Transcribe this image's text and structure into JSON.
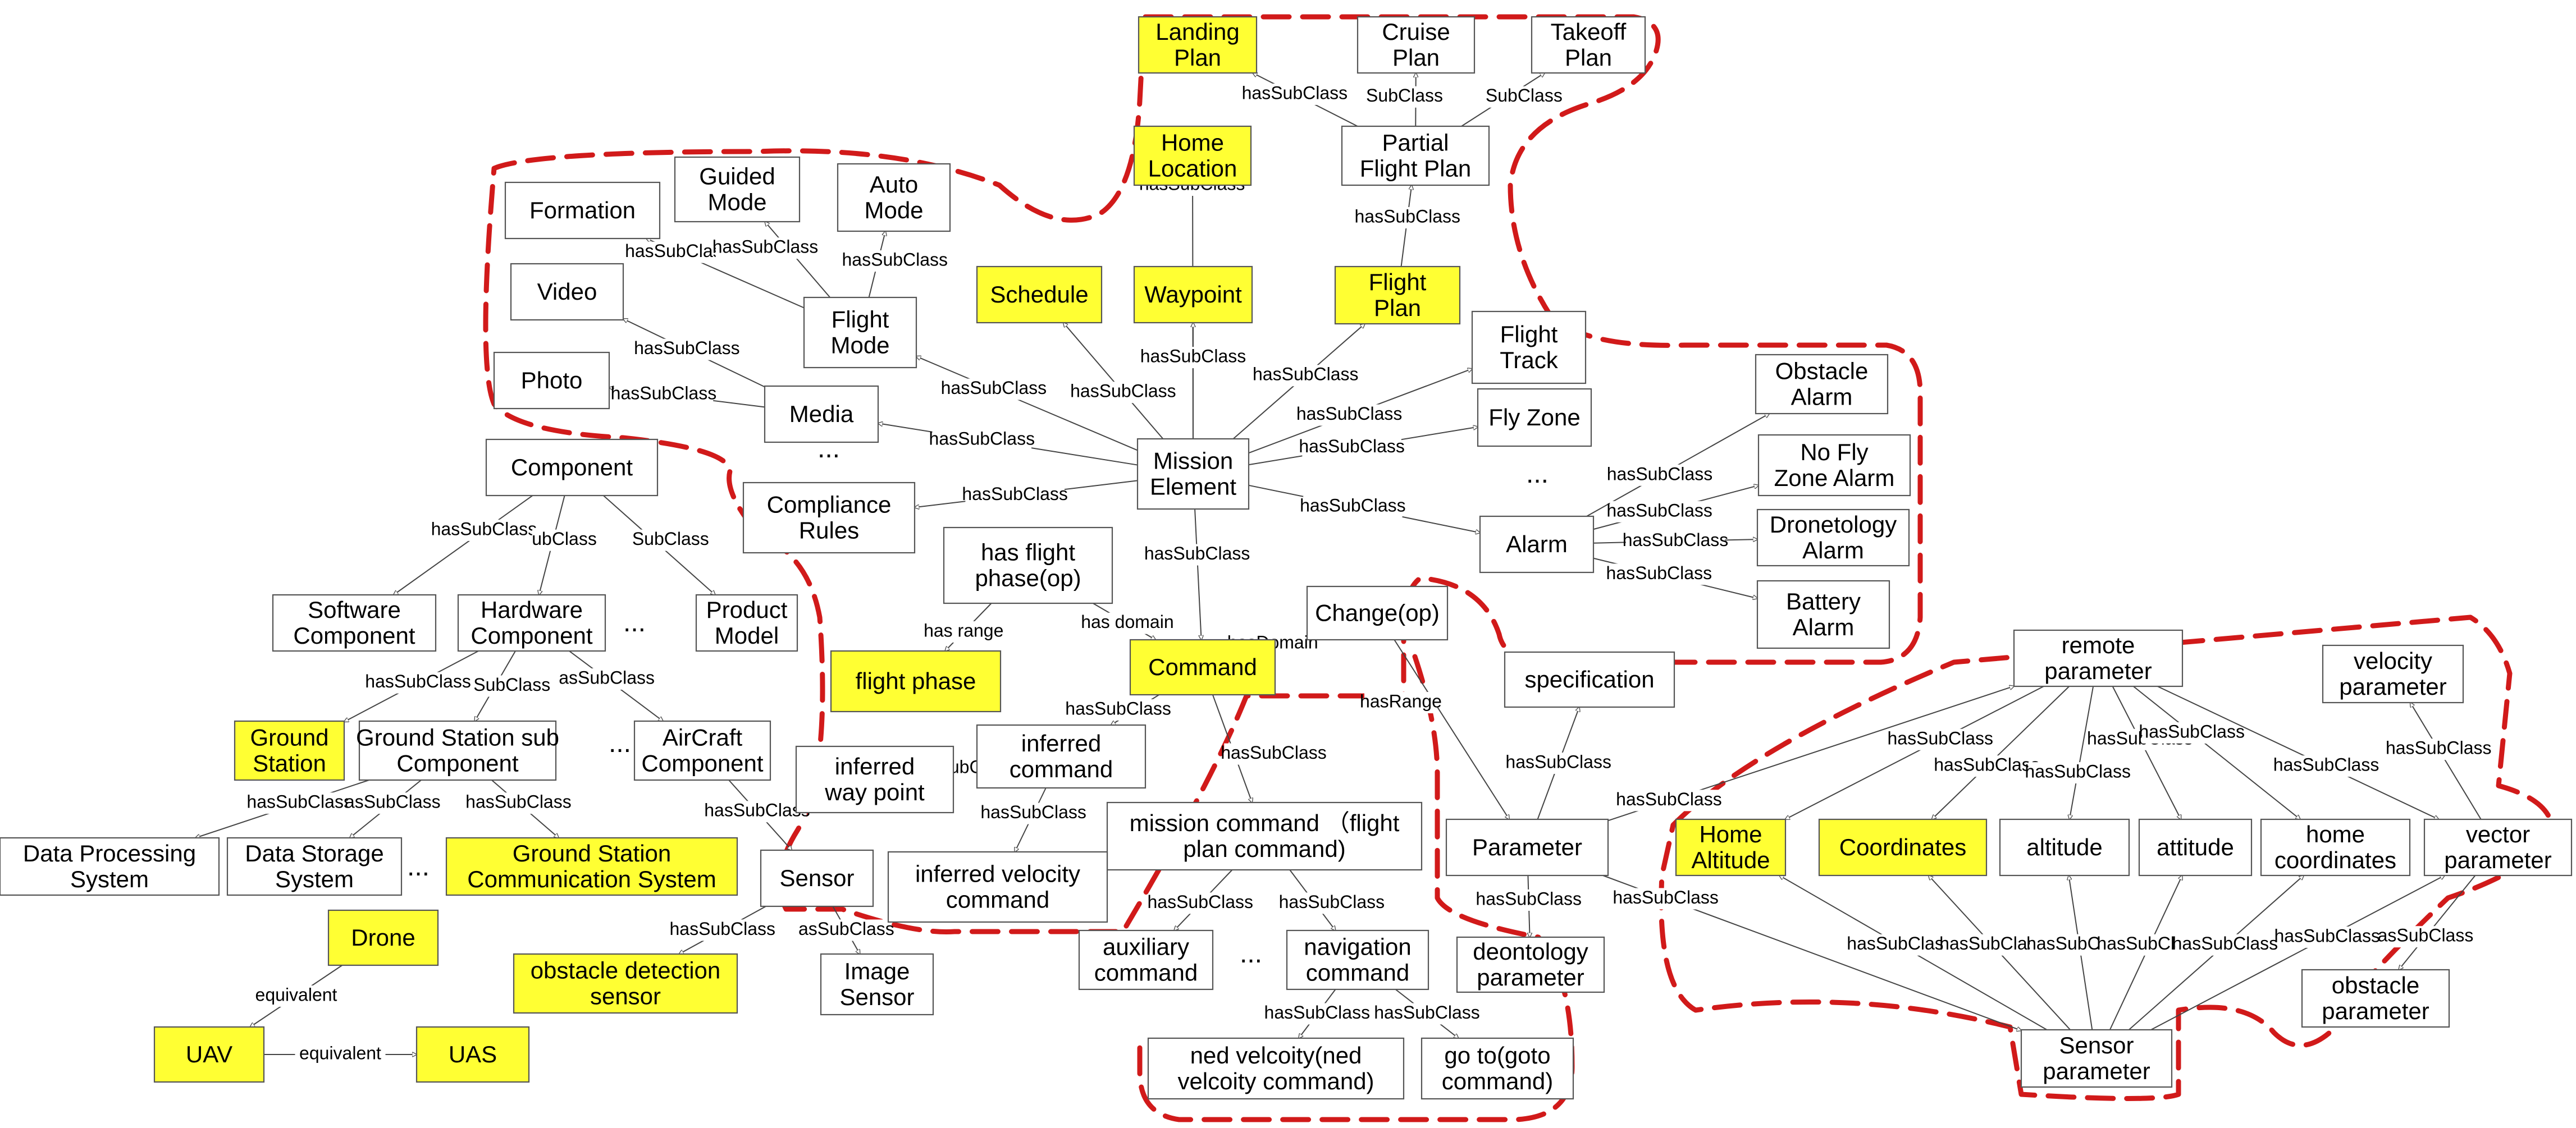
{
  "colors": {
    "highlight": "#ffff33",
    "plain": "#ffffff",
    "border": "#555555",
    "cluster": "#d11a1a"
  },
  "nodes": {
    "landing_plan": "Landing\nPlan",
    "cruise_plan": "Cruise\nPlan",
    "takeoff_plan": "Takeoff\nPlan",
    "home_location": "Home\nLocation",
    "partial_flight_plan": "Partial\nFlight Plan",
    "formation": "Formation",
    "guided_mode": "Guided\nMode",
    "auto_mode": "Auto\nMode",
    "video": "Video",
    "flight_mode": "Flight\nMode",
    "schedule": "Schedule",
    "waypoint": "Waypoint",
    "flight_plan": "Flight\nPlan",
    "flight_track": "Flight\nTrack",
    "photo": "Photo",
    "media": "Media",
    "fly_zone": "Fly Zone",
    "obstacle_alarm": "Obstacle\nAlarm",
    "mission_element": "Mission\nElement",
    "no_fly_zone_alarm": "No Fly\nZone Alarm",
    "component": "Component",
    "compliance_rules": "Compliance\nRules",
    "alarm": "Alarm",
    "dronetology_alarm": "Dronetology\nAlarm",
    "has_flight_phase": "has flight\nphase(op)",
    "battery_alarm": "Battery\nAlarm",
    "software_component": "Software\nComponent",
    "hardware_component": "Hardware\nComponent",
    "product_model": "Product\nModel",
    "change_op": "Change(op)",
    "remote_parameter": "remote\nparameter",
    "velocity_parameter": "velocity\nparameter",
    "flight_phase": "flight phase",
    "command": "Command",
    "specification": "specification",
    "ground_station": "Ground\nStation",
    "ground_station_sub": "Ground Station sub\nComponent",
    "aircraft_component": "AirCraft\nComponent",
    "inferred_command": "inferred\ncommand",
    "inferred_way_point": "inferred\nway point",
    "data_processing": "Data Processing\nSystem",
    "data_storage": "Data Storage\nSystem",
    "gs_comm": "Ground Station\nCommunication System",
    "mission_command": "mission command （flight\nplan command)",
    "parameter": "Parameter",
    "home_altitude": "Home\nAltitude",
    "coordinates": "Coordinates",
    "altitude": "altitude",
    "attitude": "attitude",
    "home_coordinates": "home\ncoordinates",
    "vector_parameter": "vector\nparameter",
    "sensor": "Sensor",
    "inferred_velocity": "inferred velocity\ncommand",
    "drone": "Drone",
    "auxiliary_command": "auxiliary\ncommand",
    "navigation_command": "navigation\ncommand",
    "deontology_parameter": "deontology\nparameter",
    "obstacle_detection": "obstacle detection\nsensor",
    "image_sensor": "Image\nSensor",
    "obstacle_parameter": "obstacle\nparameter",
    "sensor_parameter": "Sensor\nparameter",
    "uav": "UAV",
    "uas": "UAS",
    "ned_velocity": "ned velcoity(ned\nvelcoity command)",
    "go_to": "go to(goto\ncommand)"
  },
  "edge_labels": {
    "hasSubClass": "hasSubClass",
    "asSubClass": "asSubClass",
    "SubClass": "SubClass",
    "ubClass": "ubClass",
    "subClass_cap": "SubClass",
    "has_range": "has range",
    "has_domain": "has domain",
    "hasDomain": "hasDomain",
    "hasRange": "hasRange",
    "equivalent": "equivalent",
    "dots": "..."
  }
}
